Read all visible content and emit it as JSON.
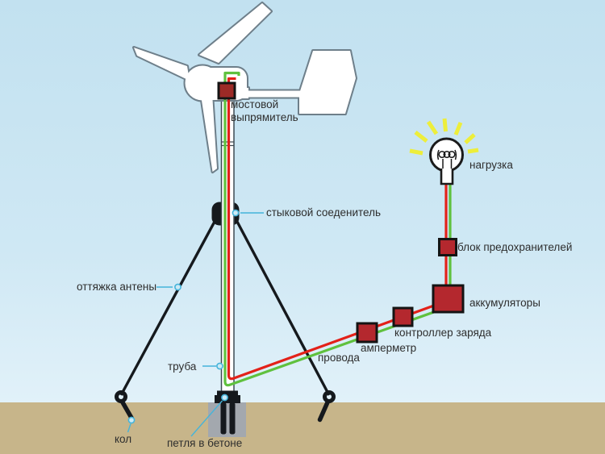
{
  "diagram": {
    "type": "wind-turbine-installation-schematic",
    "labels": {
      "rectifier": "мостовой выпрямитель",
      "connector": "стыковой соеденитель",
      "guy_wire": "оттяжка антены",
      "pipe": "труба",
      "wires": "провода",
      "stake": "кол",
      "loop": "петля в бетоне",
      "load": "нагрузка",
      "fuse_block": "блок предохранителей",
      "batteries": "аккумуляторы",
      "charge_controller": "контроллер заряда",
      "ammeter": "амперметр"
    },
    "colors": {
      "sky_top": "#c2e1f0",
      "sky_bottom": "#e3f2fa",
      "ground": "#c7b58a",
      "concrete": "#a3a8ae",
      "component_red": "#b4282e",
      "rectifier_red": "#9c2a26",
      "wire_red": "#e32119",
      "wire_green": "#5fc13e",
      "ray_yellow": "#edee3b",
      "pointer_blue": "#45b4da",
      "outline_gray": "#6e7f8a",
      "outline_dark": "#3e4a52",
      "structure_black": "#15191d",
      "text": "#2e2e2e"
    }
  }
}
